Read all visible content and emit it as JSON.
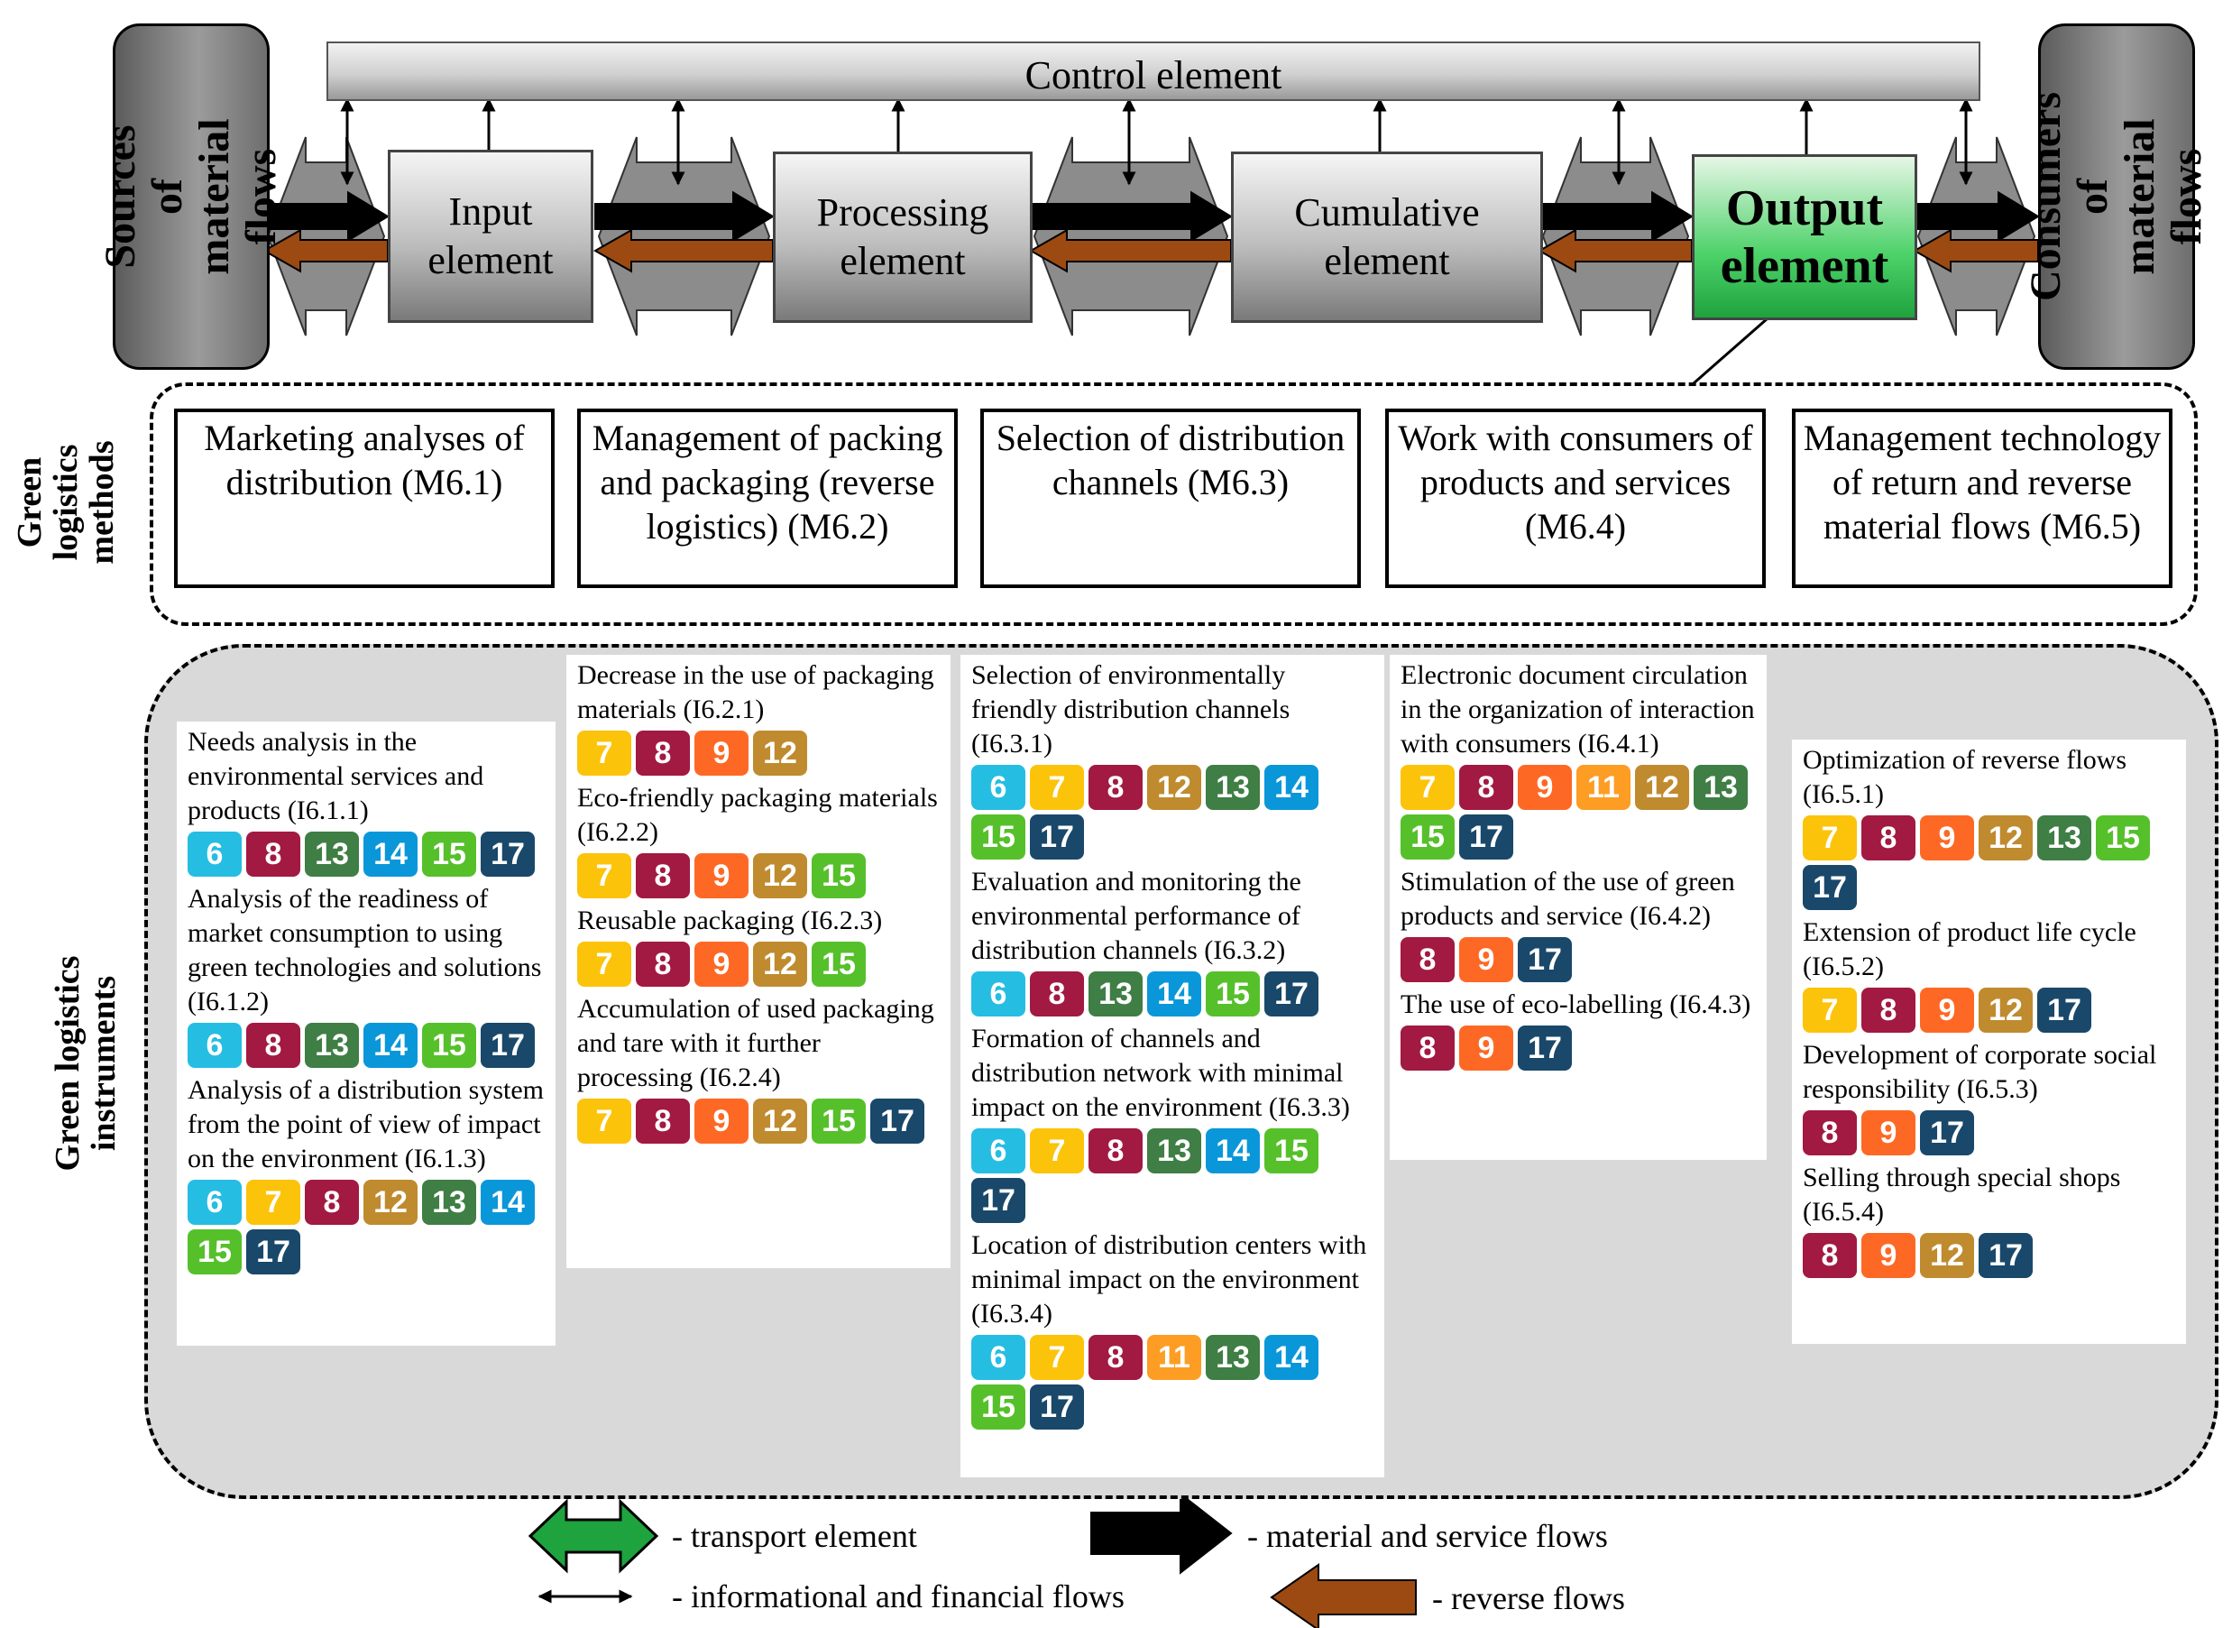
{
  "control": "Control element",
  "sources": "Sources of\nmaterial flows",
  "consumers": "Consumers of\nmaterial flows",
  "elements": [
    "Input\nelement",
    "Processing\nelement",
    "Cumulative\nelement",
    "Output\nelement"
  ],
  "group_labels": {
    "methods": "Green\nlogistics\nmethods",
    "instruments": "Green logistics\ninstruments"
  },
  "methods": [
    "Marketing analyses of distribution (M6.1)",
    "Management of packing and packaging (reverse logistics) (M6.2)",
    "Selection of distribution channels (M6.3)",
    "Work with consumers of products and services (M6.4)",
    "Management technology of return and reverse material flows (M6.5)"
  ],
  "sdg_colors": {
    "6": "#26bde2",
    "7": "#fcc30b",
    "8": "#a21942",
    "9": "#fd6925",
    "11": "#fd9d24",
    "12": "#bf8b2e",
    "13": "#3f7e44",
    "14": "#0a97d9",
    "15": "#56c02b",
    "17": "#19486a"
  },
  "colors": {
    "transport": "#1fa33e",
    "material_flow": "#000000",
    "reverse_flow": "#9c4a12",
    "output_element": "#3ec95c"
  },
  "instruments": [
    [
      {
        "text": "Needs analysis in the environmental services and products (I6.1.1)",
        "sdgs": [
          6,
          8,
          13,
          14,
          15,
          17
        ]
      },
      {
        "text": "Analysis of the readiness of market consumption to using green technologies and solutions (I6.1.2)",
        "sdgs": [
          6,
          8,
          13,
          14,
          15,
          17
        ]
      },
      {
        "text": "Analysis of a distribution system from the point of view of impact on the environment (I6.1.3)",
        "sdgs": [
          6,
          7,
          8,
          12,
          13,
          14,
          15,
          17
        ]
      }
    ],
    [
      {
        "text": "Decrease in the use of packaging materials (I6.2.1)",
        "sdgs": [
          7,
          8,
          9,
          12
        ]
      },
      {
        "text": "Eco-friendly packaging materials (I6.2.2)",
        "sdgs": [
          7,
          8,
          9,
          12,
          15
        ]
      },
      {
        "text": "Reusable packaging (I6.2.3)",
        "sdgs": [
          7,
          8,
          9,
          12,
          15
        ]
      },
      {
        "text": "Accumulation of used packaging and tare with it further processing (I6.2.4)",
        "sdgs": [
          7,
          8,
          9,
          12,
          15,
          17
        ]
      }
    ],
    [
      {
        "text": "Selection of environmentally friendly distribution channels (I6.3.1)",
        "sdgs": [
          6,
          7,
          8,
          12,
          13,
          14,
          15,
          17
        ]
      },
      {
        "text": "Evaluation and monitoring the environmental performance of distribution channels (I6.3.2)",
        "sdgs": [
          6,
          8,
          13,
          14,
          15,
          17
        ]
      },
      {
        "text": "Formation of channels and distribution network with minimal impact on the environment (I6.3.3)",
        "sdgs": [
          6,
          7,
          8,
          13,
          14,
          15,
          17
        ]
      },
      {
        "text": "Location of distribution centers with minimal impact on the environment (I6.3.4)",
        "sdgs": [
          6,
          7,
          8,
          11,
          13,
          14,
          15,
          17
        ]
      }
    ],
    [
      {
        "text": "Electronic document circulation in the organization of interaction with consumers (I6.4.1)",
        "sdgs": [
          7,
          8,
          9,
          11,
          12,
          13,
          15,
          17
        ]
      },
      {
        "text": "Stimulation of the use of green products and service (I6.4.2)",
        "sdgs": [
          8,
          9,
          17
        ]
      },
      {
        "text": "The use of eco-labelling (I6.4.3)",
        "sdgs": [
          8,
          9,
          17
        ]
      }
    ],
    [
      {
        "text": "Optimization of reverse flows (I6.5.1)",
        "sdgs": [
          7,
          8,
          9,
          12,
          13,
          15,
          17
        ]
      },
      {
        "text": "Extension of product life cycle (I6.5.2)",
        "sdgs": [
          7,
          8,
          9,
          12,
          17
        ]
      },
      {
        "text": "Development of corporate social responsibility (I6.5.3)",
        "sdgs": [
          8,
          9,
          17
        ]
      },
      {
        "text": "Selling through special shops (I6.5.4)",
        "sdgs": [
          8,
          9,
          12,
          17
        ]
      }
    ]
  ],
  "legend": {
    "transport": "- transport element",
    "info": "- informational and financial flows",
    "material": "- material and service flows",
    "reverse": "- reverse flows"
  }
}
